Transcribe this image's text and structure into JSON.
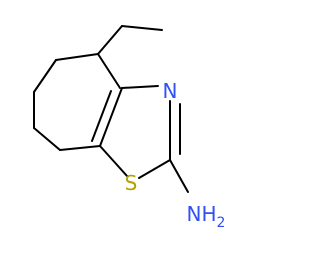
{
  "molecule": {
    "atom_labels": {
      "nitrogen": "N",
      "sulfur": "S",
      "amine": "NH",
      "amine_subscript": "2"
    },
    "colors": {
      "bond": "#000000",
      "nitrogen": "#3050F8",
      "sulfur": "#B2A200",
      "background": "#FFFFFF"
    }
  }
}
